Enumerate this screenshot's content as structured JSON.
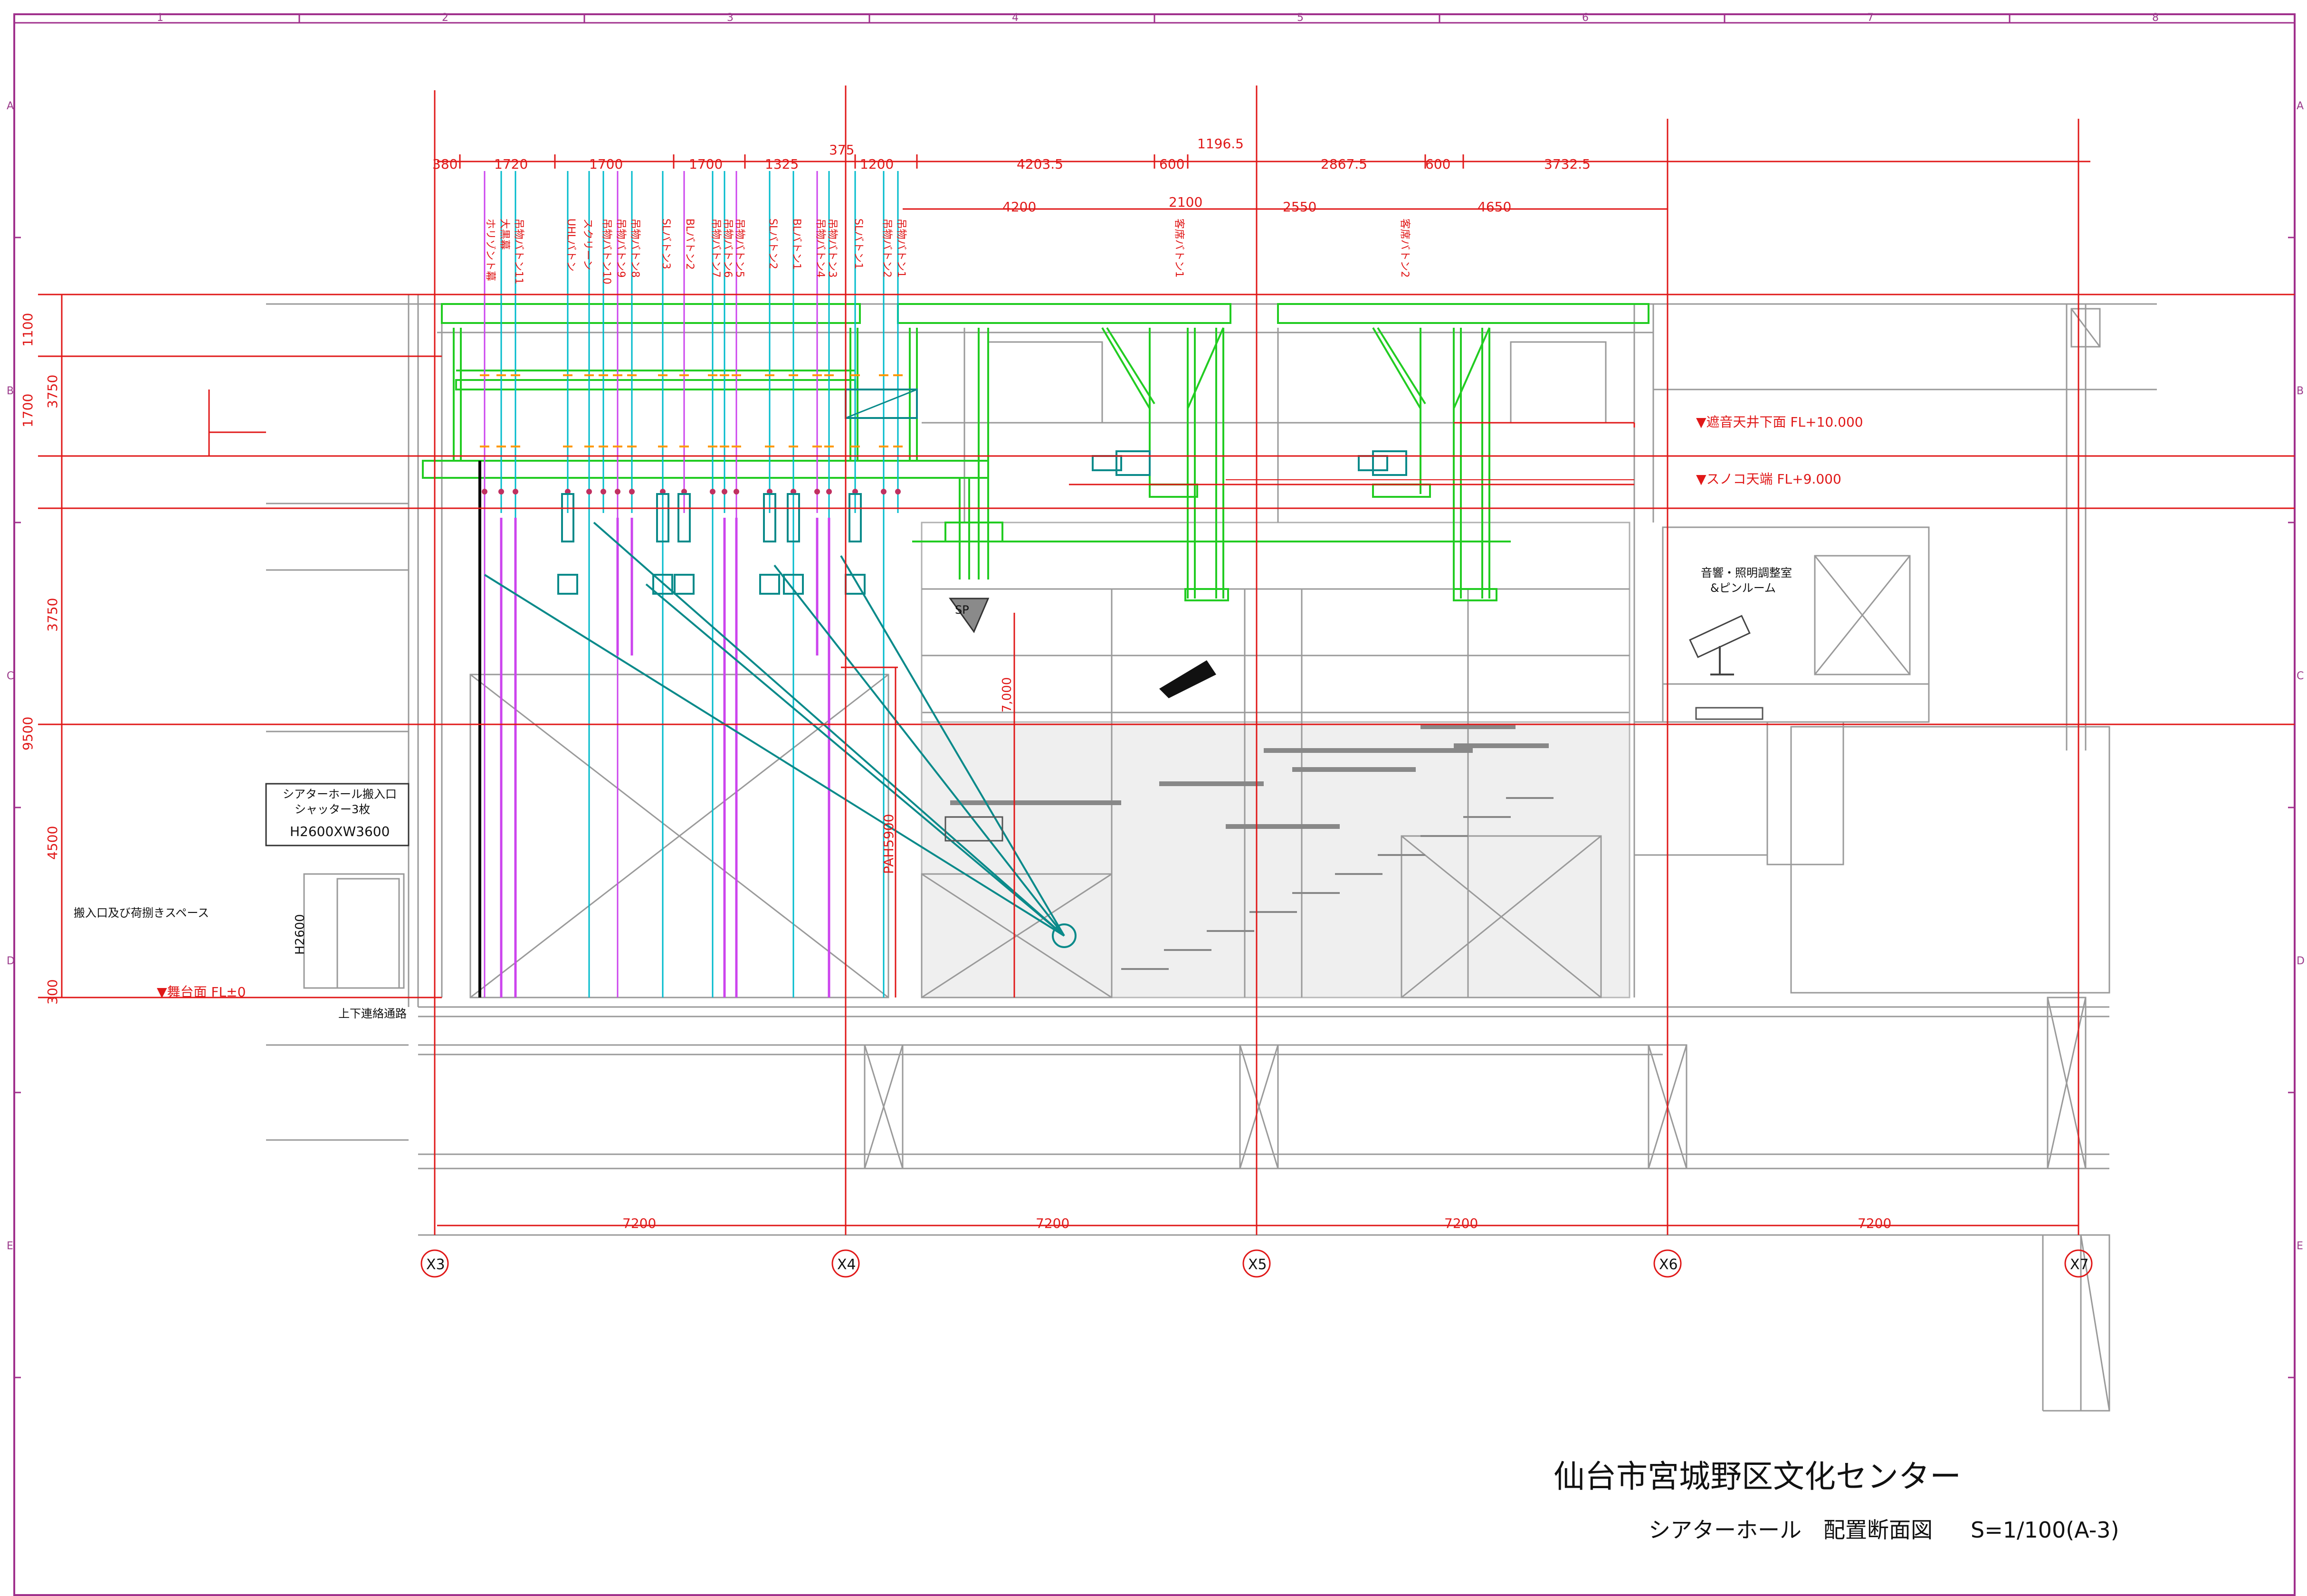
{
  "title": "仙台市宮城野区文化センター",
  "subtitle": "シアターホール　配置断面図",
  "scale": "S=1/100(A-3)",
  "colors": {
    "frame": "#a0308c",
    "dim": "#e01818",
    "steel": "#22cc22",
    "batten": "#cc44ee",
    "cyan": "#00bbcc",
    "teal": "#0a8a8a",
    "gray": "#9a9a9a"
  },
  "border_columns": [
    "1",
    "2",
    "3",
    "4",
    "5",
    "6",
    "7",
    "8"
  ],
  "border_rows": [
    "A",
    "B",
    "C",
    "D",
    "E"
  ],
  "top_dims_row1": [
    "380",
    "1720",
    "1700",
    "1700",
    "1325",
    "375",
    "1200",
    "4203.5",
    "600",
    "1196.5",
    "2867.5",
    "600",
    "3732.5"
  ],
  "top_dims_row2": [
    "4200",
    "2100",
    "2550",
    "4650"
  ],
  "left_dims": [
    "1100",
    "1700",
    "3750",
    "3750",
    "9500",
    "4500",
    "300"
  ],
  "bottom_dims": [
    "7200",
    "7200",
    "7200",
    "7200"
  ],
  "axes": [
    "X3",
    "X4",
    "X5",
    "X6",
    "X7"
  ],
  "battens": [
    "ホリゾント幕",
    "大黒幕",
    "吊物バトン11",
    "UHLバトン",
    "スクリーン",
    "吊物バトン10",
    "吊物バトン9",
    "吊物バトン8",
    "SLバトン3",
    "BLバトン2",
    "吊物バトン7",
    "吊物バトン6",
    "吊物バトン5",
    "SLバトン2",
    "BLバトン1",
    "吊物バトン4",
    "吊物バトン3",
    "SLバトン1",
    "吊物バトン2",
    "吊物バトン1"
  ],
  "ceiling_battens": [
    "客席バトン1",
    "客席バトン2"
  ],
  "levels": {
    "ceiling": "▼遮音天井下面 FL+10.000",
    "sunoko": "▼スノコ天端 FL+9.000",
    "stage": "▼舞台面 FL±0"
  },
  "labels": {
    "shutter_line1": "シアターホール搬入口",
    "shutter_line2": "シャッター3枚",
    "shutter_size": "H2600XW3600",
    "loading_space": "搬入口及び荷捌きスペース",
    "h2600": "H2600",
    "passage": "上下連絡通路",
    "control_room_1": "音響・照明調整室",
    "control_room_2": "&ピンルーム",
    "pah": "PAH5900",
    "h7000": "7,000",
    "sp": "SP"
  }
}
